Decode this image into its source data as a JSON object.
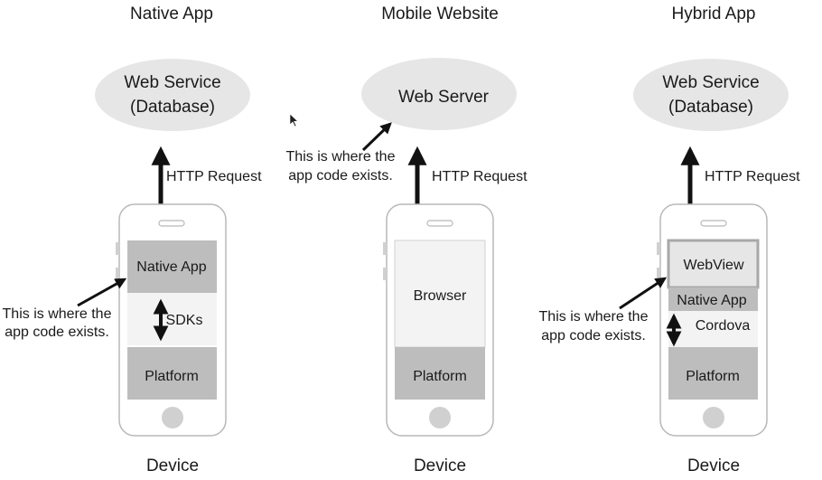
{
  "columns": [
    {
      "title": "Native App",
      "server": [
        "Web Service",
        "(Database)"
      ],
      "request_label": "HTTP Request",
      "layers": [
        "Native App",
        "SDKs",
        "Platform"
      ],
      "note": [
        "This is where the",
        "app code exists."
      ],
      "device_label": "Device"
    },
    {
      "title": "Mobile Website",
      "server": [
        "Web Server"
      ],
      "request_label": "HTTP Request",
      "layers": [
        "Browser",
        "Platform"
      ],
      "note": [
        "This is where the",
        "app code exists."
      ],
      "device_label": "Device"
    },
    {
      "title": "Hybrid App",
      "server": [
        "Web Service",
        "(Database)"
      ],
      "request_label": "HTTP Request",
      "layers": [
        "WebView",
        "Native App",
        "Cordova",
        "Platform"
      ],
      "note": [
        "This is where the",
        "app code exists."
      ],
      "device_label": "Device"
    }
  ],
  "colors": {
    "ellipse_fill": "#e6e6e6",
    "layer_dark": "#bdbdbd",
    "layer_light": "#f3f3f3",
    "phone_outline": "#b8b8b8",
    "arrow": "#111111"
  }
}
